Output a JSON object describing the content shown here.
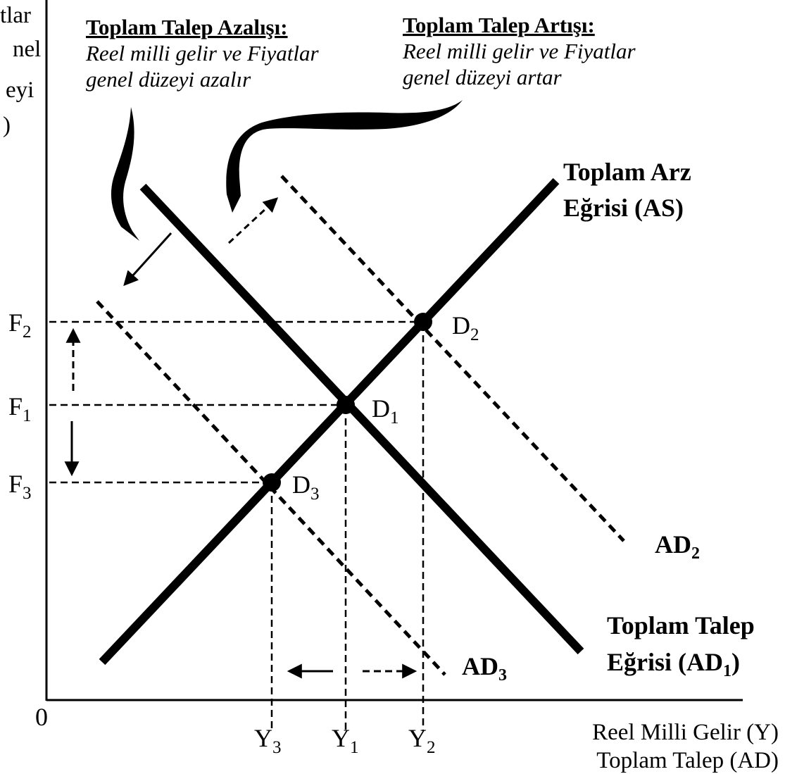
{
  "y_axis_label_fragments": [
    "tlar",
    "nel",
    "eyi",
    ")"
  ],
  "origin_label": "0",
  "x_axis_label": {
    "line1": "Reel Milli Gelir (Y)",
    "line2": "Toplam Talep (AD)"
  },
  "annotations": {
    "decrease": {
      "title": "Toplam Talep Azalışı:",
      "line1": "Reel milli gelir ve Fiyatlar",
      "line2": "genel düzeyi azalır"
    },
    "increase": {
      "title": "Toplam Talep Artışı:",
      "line1": "Reel milli gelir ve Fiyatlar",
      "line2": "genel düzeyi artar"
    }
  },
  "curves": {
    "as": {
      "line1": "Toplam Arz",
      "line2": "Eğrisi (AS)"
    },
    "ad1": {
      "line1": "Toplam Talep",
      "line2_main": "Eğrisi (AD",
      "line2_sub": "1",
      "line2_end": ")"
    },
    "ad2": {
      "main": "AD",
      "sub": "2"
    },
    "ad3": {
      "main": "AD",
      "sub": "3"
    }
  },
  "price_levels": [
    {
      "main": "F",
      "sub": "2"
    },
    {
      "main": "F",
      "sub": "1"
    },
    {
      "main": "F",
      "sub": "3"
    }
  ],
  "income_levels": [
    {
      "main": "Y",
      "sub": "3"
    },
    {
      "main": "Y",
      "sub": "1"
    },
    {
      "main": "Y",
      "sub": "2"
    }
  ],
  "equilibria": [
    {
      "main": "D",
      "sub": "2"
    },
    {
      "main": "D",
      "sub": "1"
    },
    {
      "main": "D",
      "sub": "3"
    }
  ]
}
